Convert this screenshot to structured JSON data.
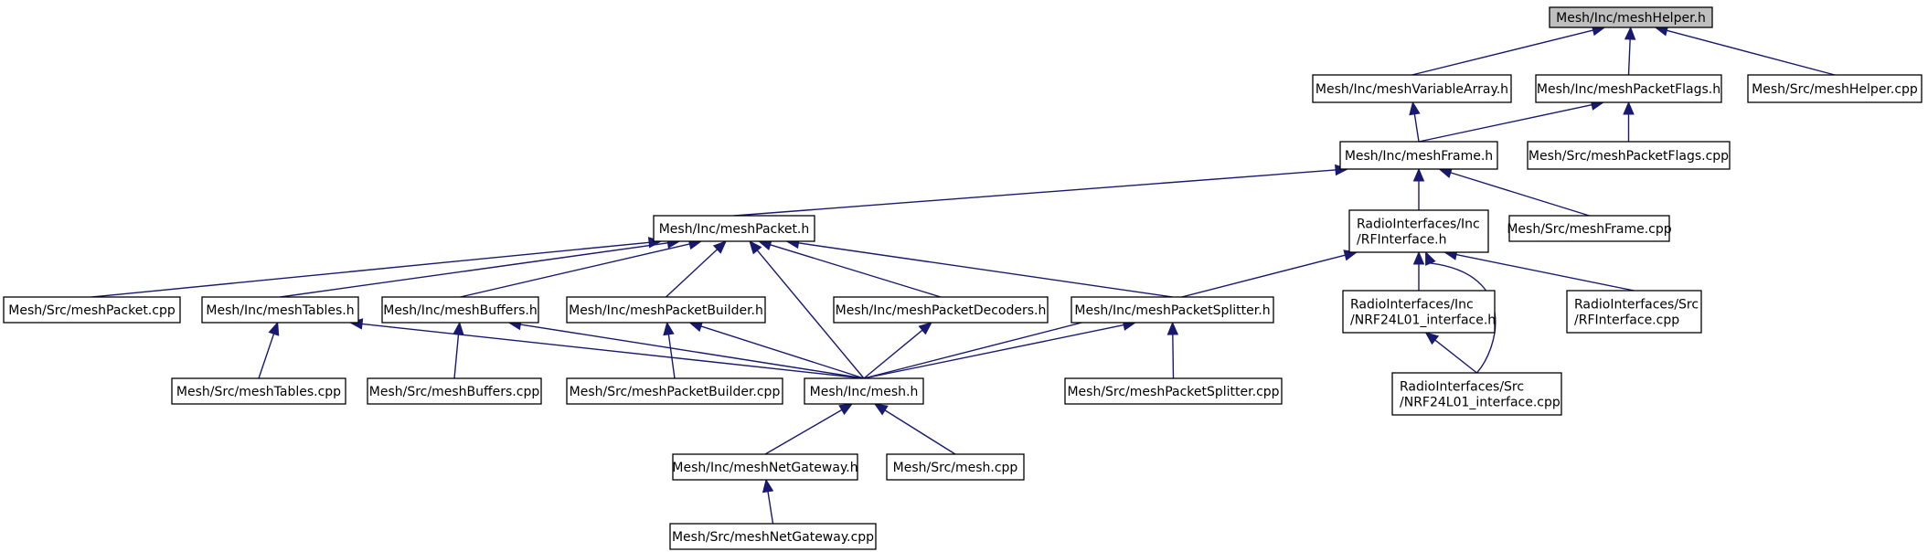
{
  "diagram": {
    "type": "include-dependency-graph",
    "colors": {
      "root_fill": "#bfbfbf",
      "node_fill": "#ffffff",
      "edge": "#191970",
      "border": "#000000"
    },
    "nodes": [
      {
        "id": "meshHelper_h",
        "lines": [
          "Mesh/Inc/meshHelper.h"
        ],
        "root": true
      },
      {
        "id": "meshVariableArray_h",
        "lines": [
          "Mesh/Inc/meshVariableArray.h"
        ]
      },
      {
        "id": "meshPacketFlags_h",
        "lines": [
          "Mesh/Inc/meshPacketFlags.h"
        ]
      },
      {
        "id": "meshHelper_cpp",
        "lines": [
          "Mesh/Src/meshHelper.cpp"
        ]
      },
      {
        "id": "meshFrame_h",
        "lines": [
          "Mesh/Inc/meshFrame.h"
        ]
      },
      {
        "id": "meshPacketFlags_cpp",
        "lines": [
          "Mesh/Src/meshPacketFlags.cpp"
        ]
      },
      {
        "id": "meshPacket_h",
        "lines": [
          "Mesh/Inc/meshPacket.h"
        ]
      },
      {
        "id": "RFInterface_h",
        "lines": [
          "RadioInterfaces/Inc",
          "/RFInterface.h"
        ]
      },
      {
        "id": "meshFrame_cpp",
        "lines": [
          "Mesh/Src/meshFrame.cpp"
        ]
      },
      {
        "id": "meshPacket_cpp",
        "lines": [
          "Mesh/Src/meshPacket.cpp"
        ]
      },
      {
        "id": "meshTables_h",
        "lines": [
          "Mesh/Inc/meshTables.h"
        ]
      },
      {
        "id": "meshBuffers_h",
        "lines": [
          "Mesh/Inc/meshBuffers.h"
        ]
      },
      {
        "id": "meshPacketBuilder_h",
        "lines": [
          "Mesh/Inc/meshPacketBuilder.h"
        ]
      },
      {
        "id": "meshPacketDecoders_h",
        "lines": [
          "Mesh/Inc/meshPacketDecoders.h"
        ]
      },
      {
        "id": "meshPacketSplitter_h",
        "lines": [
          "Mesh/Inc/meshPacketSplitter.h"
        ]
      },
      {
        "id": "NRF24L01_interface_h",
        "lines": [
          "RadioInterfaces/Inc",
          "/NRF24L01_interface.h"
        ]
      },
      {
        "id": "RFInterface_cpp",
        "lines": [
          "RadioInterfaces/Src",
          "/RFInterface.cpp"
        ]
      },
      {
        "id": "meshTables_cpp",
        "lines": [
          "Mesh/Src/meshTables.cpp"
        ]
      },
      {
        "id": "meshBuffers_cpp",
        "lines": [
          "Mesh/Src/meshBuffers.cpp"
        ]
      },
      {
        "id": "meshPacketBuilder_cpp",
        "lines": [
          "Mesh/Src/meshPacketBuilder.cpp"
        ]
      },
      {
        "id": "mesh_h",
        "lines": [
          "Mesh/Inc/mesh.h"
        ]
      },
      {
        "id": "meshPacketSplitter_cpp",
        "lines": [
          "Mesh/Src/meshPacketSplitter.cpp"
        ]
      },
      {
        "id": "NRF24L01_interface_cpp",
        "lines": [
          "RadioInterfaces/Src",
          "/NRF24L01_interface.cpp"
        ]
      },
      {
        "id": "meshNetGateway_h",
        "lines": [
          "Mesh/Inc/meshNetGateway.h"
        ]
      },
      {
        "id": "mesh_cpp",
        "lines": [
          "Mesh/Src/mesh.cpp"
        ]
      },
      {
        "id": "meshNetGateway_cpp",
        "lines": [
          "Mesh/Src/meshNetGateway.cpp"
        ]
      }
    ],
    "edges": [
      {
        "from": "meshHelper_h",
        "to": "meshVariableArray_h"
      },
      {
        "from": "meshHelper_h",
        "to": "meshPacketFlags_h"
      },
      {
        "from": "meshHelper_h",
        "to": "meshHelper_cpp"
      },
      {
        "from": "meshVariableArray_h",
        "to": "meshFrame_h"
      },
      {
        "from": "meshPacketFlags_h",
        "to": "meshFrame_h"
      },
      {
        "from": "meshPacketFlags_h",
        "to": "meshPacketFlags_cpp"
      },
      {
        "from": "meshFrame_h",
        "to": "meshPacket_h"
      },
      {
        "from": "meshFrame_h",
        "to": "RFInterface_h"
      },
      {
        "from": "meshFrame_h",
        "to": "meshFrame_cpp"
      },
      {
        "from": "meshPacket_h",
        "to": "meshPacket_cpp"
      },
      {
        "from": "meshPacket_h",
        "to": "meshTables_h"
      },
      {
        "from": "meshPacket_h",
        "to": "meshBuffers_h"
      },
      {
        "from": "meshPacket_h",
        "to": "meshPacketBuilder_h"
      },
      {
        "from": "meshPacket_h",
        "to": "mesh_h"
      },
      {
        "from": "meshPacket_h",
        "to": "meshPacketDecoders_h"
      },
      {
        "from": "meshPacket_h",
        "to": "meshPacketSplitter_h"
      },
      {
        "from": "RFInterface_h",
        "to": "mesh_h"
      },
      {
        "from": "RFInterface_h",
        "to": "NRF24L01_interface_h"
      },
      {
        "from": "RFInterface_h",
        "to": "RFInterface_cpp"
      },
      {
        "from": "RFInterface_h",
        "to": "NRF24L01_interface_cpp"
      },
      {
        "from": "meshTables_h",
        "to": "meshTables_cpp"
      },
      {
        "from": "meshTables_h",
        "to": "mesh_h"
      },
      {
        "from": "meshBuffers_h",
        "to": "meshBuffers_cpp"
      },
      {
        "from": "meshBuffers_h",
        "to": "mesh_h"
      },
      {
        "from": "meshPacketBuilder_h",
        "to": "meshPacketBuilder_cpp"
      },
      {
        "from": "meshPacketBuilder_h",
        "to": "mesh_h"
      },
      {
        "from": "meshPacketDecoders_h",
        "to": "mesh_h"
      },
      {
        "from": "meshPacketSplitter_h",
        "to": "mesh_h"
      },
      {
        "from": "meshPacketSplitter_h",
        "to": "meshPacketSplitter_cpp"
      },
      {
        "from": "NRF24L01_interface_h",
        "to": "NRF24L01_interface_cpp"
      },
      {
        "from": "mesh_h",
        "to": "meshNetGateway_h"
      },
      {
        "from": "mesh_h",
        "to": "mesh_cpp"
      },
      {
        "from": "meshNetGateway_h",
        "to": "meshNetGateway_cpp"
      }
    ]
  }
}
